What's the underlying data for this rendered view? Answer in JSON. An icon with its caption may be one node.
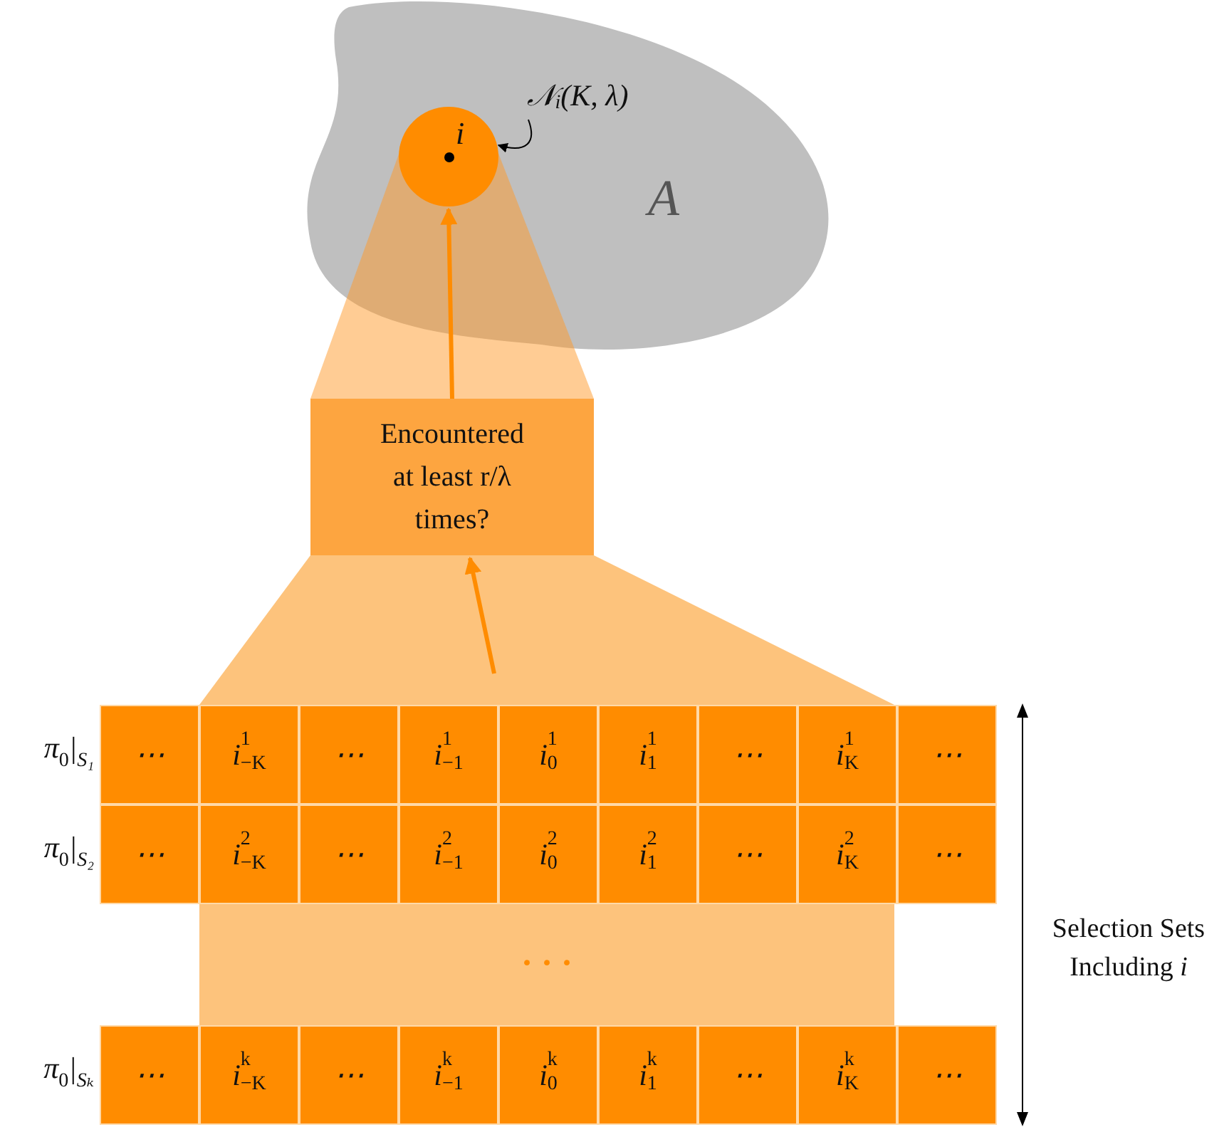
{
  "diagram": {
    "nodes": [
      {
        "text": [
          "A"
        ]
      },
      {
        "text": [
          "i"
        ],
        "in": 0
      },
      {
        "text": [
          "𝒩$_{i}$(K, λ)"
        ],
        "in": 0
      },
      {
        "text": [
          "Encountered at least r/λ times?"
        ]
      },
      {
        "text": [
          "⋯"
        ]
      },
      {
        "text": [
          "i$^{1}$$_{−K}$"
        ]
      },
      {
        "text": [
          "⋯"
        ]
      },
      {
        "text": [
          "i$^{1}$$_{−1}$"
        ]
      },
      {
        "text": [
          "i$^{1}$$_{0}$"
        ]
      },
      {
        "text": [
          "i$^{1}$$_{1}$"
        ]
      },
      {
        "text": [
          "⋯"
        ]
      },
      {
        "text": [
          "i$^{1}$$_{K}$"
        ]
      },
      {
        "text": [
          "⋯"
        ]
      },
      {
        "text": [
          "⋯"
        ]
      },
      {
        "text": [
          "i$^{2}$$_{−K}$"
        ]
      },
      {
        "text": [
          "⋯"
        ]
      },
      {
        "text": [
          "i$^{2}$$_{−1}$"
        ]
      },
      {
        "text": [
          "i$^{2}$$_{0}$"
        ]
      },
      {
        "text": [
          "i$^{2}$$_{1}$"
        ]
      },
      {
        "text": [
          "⋯"
        ]
      },
      {
        "text": [
          "i$^{2}$$_{K}$"
        ]
      },
      {
        "text": [
          "⋯"
        ]
      },
      {
        "text": [
          "· · ·"
        ]
      },
      {
        "text": [
          "⋯"
        ]
      },
      {
        "text": [
          "i$^{k}$$_{−K}$"
        ]
      },
      {
        "text": [
          "⋯"
        ]
      },
      {
        "text": [
          "i$^{k}$$_{−1}$"
        ]
      },
      {
        "text": [
          "i$^{k}$$_{0}$"
        ]
      },
      {
        "text": [
          "i$^{k}$$_{1}$"
        ]
      },
      {
        "text": [
          "⋯"
        ]
      },
      {
        "text": [
          "i$^{k}$$_{K}$"
        ]
      },
      {
        "text": [
          "⋯"
        ]
      }
    ],
    "edges": [
      {
        "from": 2,
        "to": 1,
        "arrow": "to",
        "color": "#000000"
      },
      {
        "from": 3,
        "to": 1,
        "arrow": "to"
      },
      {
        "from": null,
        "to": 3,
        "arrow": "to"
      }
    ],
    "labels": [
      "π$_{0}$|$_{S₁}$",
      "π$_{0}$|$_{S₂}$",
      "π$_{0}$|$_{Sₖ}$",
      "Selection Sets Including *i*"
    ]
  }
}
